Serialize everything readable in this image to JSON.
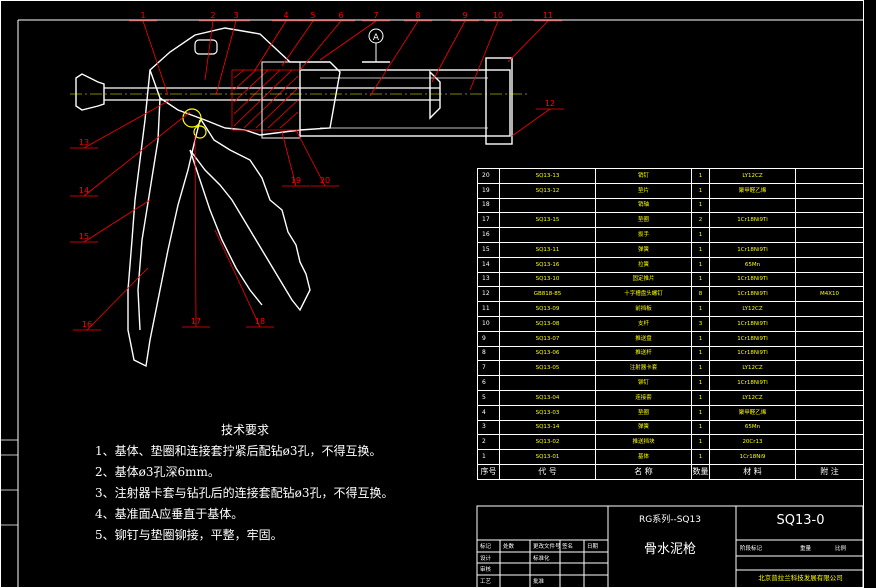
{
  "callouts": [
    "1",
    "2",
    "3",
    "4",
    "5",
    "6",
    "7",
    "8",
    "9",
    "10",
    "11",
    "12",
    "13",
    "14",
    "15",
    "16",
    "17",
    "18",
    "19",
    "20"
  ],
  "section_marker": "A",
  "notes": {
    "title": "技术要求",
    "items": [
      "1、基体、垫圈和连接套拧紧后配钻ø3孔，不得互换。",
      "2、基体ø3孔深6mm。",
      "3、注射器卡套与钻孔后的连接套配钻ø3孔，不得互换。",
      "4、基准面A应垂直于基体。",
      "5、铆钉与垫圈铆接，平整，牢固。"
    ]
  },
  "bom": {
    "header": [
      "序号",
      "代 号",
      "名 称",
      "数量",
      "材 料",
      "附 注"
    ],
    "rows": [
      [
        "20",
        "SQ13-13",
        "销钉",
        "1",
        "LY12CZ",
        ""
      ],
      [
        "19",
        "SQ13-12",
        "垫片",
        "1",
        "聚甲醛乙烯",
        ""
      ],
      [
        "18",
        "",
        "销轴",
        "1",
        "",
        ""
      ],
      [
        "17",
        "SQ13-15",
        "垫圈",
        "2",
        "1Cr18Ni9Ti",
        ""
      ],
      [
        "16",
        "",
        "扳手",
        "1",
        "",
        ""
      ],
      [
        "15",
        "SQ13-11",
        "弹簧",
        "1",
        "1Cr18Ni9Ti",
        ""
      ],
      [
        "14",
        "SQ13-16",
        "拉簧",
        "1",
        "65Mn",
        ""
      ],
      [
        "13",
        "SQ13-10",
        "固定推片",
        "1",
        "1Cr18Ni9Ti",
        ""
      ],
      [
        "12",
        "GB818-85",
        "十字槽盘头螺钉",
        "8",
        "1Cr18Ni9Ti",
        "M4X10"
      ],
      [
        "11",
        "SQ13-09",
        "前挡板",
        "1",
        "LY12CZ",
        ""
      ],
      [
        "10",
        "SQ13-08",
        "支杆",
        "3",
        "1Cr18Ni9Ti",
        ""
      ],
      [
        "9",
        "SQ13-07",
        "推送盘",
        "1",
        "1Cr18Ni9Ti",
        ""
      ],
      [
        "8",
        "SQ13-06",
        "推送杆",
        "1",
        "1Cr18Ni9Ti",
        ""
      ],
      [
        "7",
        "SQ13-05",
        "注射器卡套",
        "1",
        "LY12CZ",
        ""
      ],
      [
        "6",
        "",
        "铆钉",
        "1",
        "1Cr18Ni9Ti",
        ""
      ],
      [
        "5",
        "SQ13-04",
        "连接套",
        "1",
        "LY12CZ",
        ""
      ],
      [
        "4",
        "SQ13-03",
        "垫圈",
        "1",
        "聚甲醛乙烯",
        ""
      ],
      [
        "3",
        "SQ13-14",
        "弹簧",
        "1",
        "65Mn",
        ""
      ],
      [
        "2",
        "SQ13-02",
        "推送挡块",
        "1",
        "20Cr13",
        ""
      ],
      [
        "1",
        "SQ13-01",
        "基体",
        "1",
        "1Cr18Ni9",
        ""
      ]
    ]
  },
  "title_block": {
    "series_code": "RG系列--SQ13",
    "drawing_name": "骨水泥枪",
    "drawing_no": "SQ13-0",
    "company": "北京普拉兰科技发展有限公司",
    "labels": [
      "标记",
      "处数",
      "更改文件号",
      "签名",
      "日期",
      "设计",
      "标准化",
      "审核",
      "工艺",
      "批准",
      "阶段标记",
      "重量",
      "比例"
    ]
  }
}
